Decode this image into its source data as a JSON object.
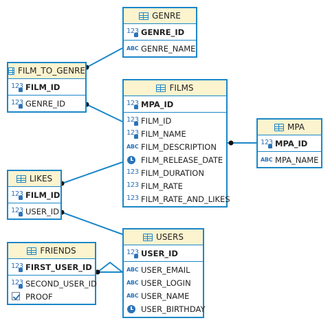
{
  "tables": {
    "genre": {
      "name": "GENRE",
      "pk": [
        {
          "name": "GENRE_ID",
          "type": "numeric-key-icon"
        }
      ],
      "columns": [
        {
          "name": "GENRE_NAME",
          "type": "text-icon"
        }
      ]
    },
    "film_to_genre": {
      "name": "FILM_TO_GENRE",
      "pk": [
        {
          "name": "FILM_ID",
          "type": "numeric-key-icon"
        }
      ],
      "columns": [
        {
          "name": "GENRE_ID",
          "type": "numeric-key-icon"
        }
      ]
    },
    "films": {
      "name": "FILMS",
      "pk": [
        {
          "name": "MPA_ID",
          "type": "numeric-key-icon"
        }
      ],
      "columns": [
        {
          "name": "FILM_ID",
          "type": "numeric-key-icon"
        },
        {
          "name": "FILM_NAME",
          "type": "numeric-key-icon"
        },
        {
          "name": "FILM_DESCRIPTION",
          "type": "text-icon"
        },
        {
          "name": "FILM_RELEASE_DATE",
          "type": "date-icon"
        },
        {
          "name": "FILM_DURATION",
          "type": "numeric-icon"
        },
        {
          "name": "FILM_RATE",
          "type": "numeric-icon"
        },
        {
          "name": "FILM_RATE_AND_LIKES",
          "type": "numeric-icon"
        }
      ]
    },
    "mpa": {
      "name": "MPA",
      "pk": [
        {
          "name": "MPA_ID",
          "type": "numeric-key-icon"
        }
      ],
      "columns": [
        {
          "name": "MPA_NAME",
          "type": "text-icon"
        }
      ]
    },
    "likes": {
      "name": "LIKES",
      "pk": [
        {
          "name": "FILM_ID",
          "type": "numeric-key-icon"
        }
      ],
      "columns": [
        {
          "name": "USER_ID",
          "type": "numeric-key-icon"
        }
      ]
    },
    "users": {
      "name": "USERS",
      "pk": [
        {
          "name": "USER_ID",
          "type": "numeric-key-icon"
        }
      ],
      "columns": [
        {
          "name": "USER_EMAIL",
          "type": "text-icon"
        },
        {
          "name": "USER_LOGIN",
          "type": "text-icon"
        },
        {
          "name": "USER_NAME",
          "type": "text-icon"
        },
        {
          "name": "USER_BIRTHDAY",
          "type": "date-icon"
        }
      ]
    },
    "friends": {
      "name": "FRIENDS",
      "pk": [
        {
          "name": "FIRST_USER_ID",
          "type": "numeric-key-icon"
        }
      ],
      "columns": [
        {
          "name": "SECOND_USER_ID",
          "type": "numeric-key-icon"
        },
        {
          "name": "PROOF",
          "type": "boolean-icon"
        }
      ]
    }
  },
  "relations": [
    {
      "from": "film_to_genre",
      "to": "genre"
    },
    {
      "from": "film_to_genre",
      "to": "films"
    },
    {
      "from": "films",
      "to": "mpa"
    },
    {
      "from": "likes",
      "to": "films"
    },
    {
      "from": "likes",
      "to": "users"
    },
    {
      "from": "friends",
      "to": "users"
    }
  ],
  "colors": {
    "border": "#1b87c9",
    "header_bg": "#fcf3cf",
    "line": "#1b87c9",
    "icon": "#2b73b8"
  }
}
